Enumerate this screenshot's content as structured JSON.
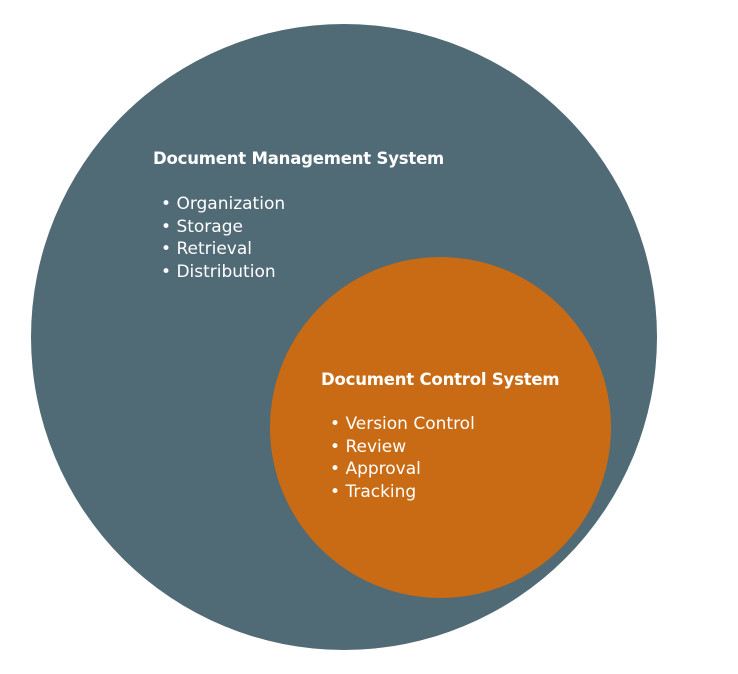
{
  "colors": {
    "outer_circle": "#506a76",
    "inner_circle": "#c96b14",
    "text": "#ffffff"
  },
  "document_management_system": {
    "title": "Document Management System",
    "items": [
      "Organization",
      "Storage",
      "Retrieval",
      "Distribution"
    ]
  },
  "document_control_system": {
    "title": "Document Control System",
    "items": [
      "Version Control",
      "Review",
      "Approval",
      "Tracking"
    ]
  }
}
